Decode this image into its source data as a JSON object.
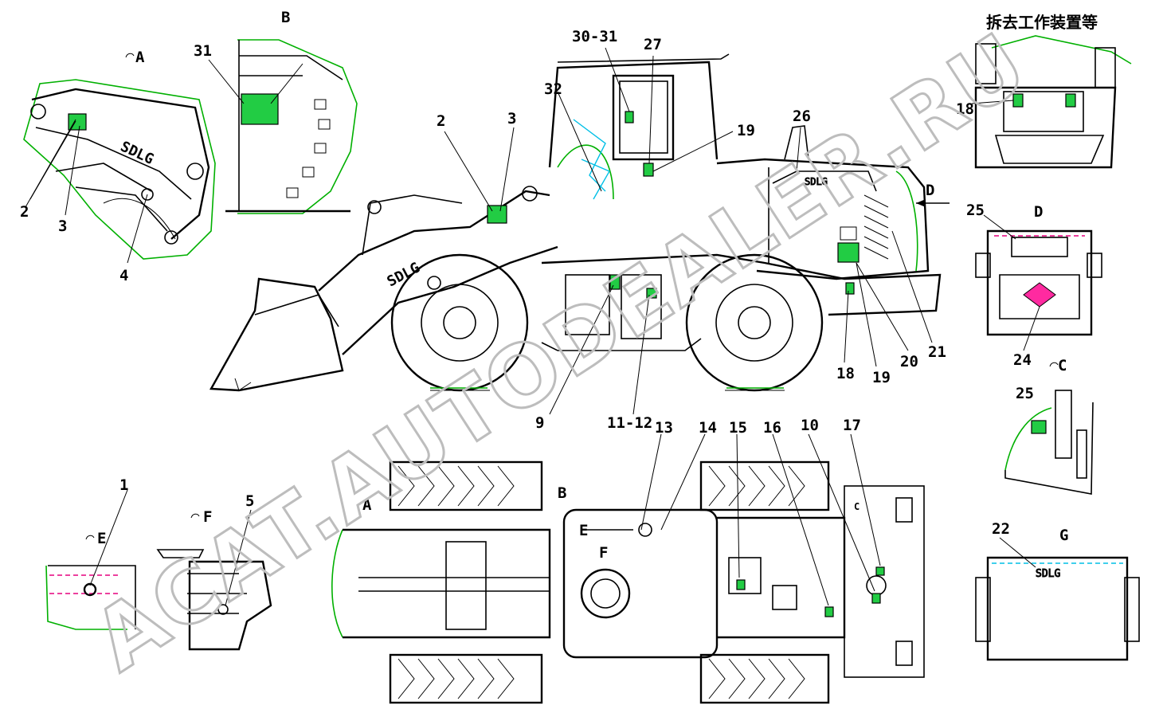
{
  "watermark": "ACAT.AUTODEALER.RU",
  "brand_text": "SDLG",
  "note": "拆去工作装置等",
  "views": [
    "A",
    "B",
    "C",
    "D",
    "E",
    "F",
    "G"
  ],
  "callouts": [
    {
      "id": "c1",
      "text": "1"
    },
    {
      "id": "c2a",
      "text": "2"
    },
    {
      "id": "c3a",
      "text": "3"
    },
    {
      "id": "c4",
      "text": "4"
    },
    {
      "id": "c5",
      "text": "5"
    },
    {
      "id": "c2b",
      "text": "2"
    },
    {
      "id": "c3b",
      "text": "3"
    },
    {
      "id": "c9",
      "text": "9"
    },
    {
      "id": "c10",
      "text": "10"
    },
    {
      "id": "c11",
      "text": "11-12"
    },
    {
      "id": "c13",
      "text": "13"
    },
    {
      "id": "c14",
      "text": "14"
    },
    {
      "id": "c15",
      "text": "15"
    },
    {
      "id": "c16",
      "text": "16"
    },
    {
      "id": "c17",
      "text": "17"
    },
    {
      "id": "c18a",
      "text": "18"
    },
    {
      "id": "c18b",
      "text": "18"
    },
    {
      "id": "c19a",
      "text": "19"
    },
    {
      "id": "c19b",
      "text": "19"
    },
    {
      "id": "c20",
      "text": "20"
    },
    {
      "id": "c21",
      "text": "21"
    },
    {
      "id": "c22",
      "text": "22"
    },
    {
      "id": "c24",
      "text": "24"
    },
    {
      "id": "c25a",
      "text": "25"
    },
    {
      "id": "c25b",
      "text": "25"
    },
    {
      "id": "c26",
      "text": "26"
    },
    {
      "id": "c27",
      "text": "27"
    },
    {
      "id": "c3031",
      "text": "30-31"
    },
    {
      "id": "c31",
      "text": "31"
    },
    {
      "id": "c32",
      "text": "32"
    }
  ],
  "colors": {
    "line": "#000000",
    "decal": "#22cc44",
    "outline": "#00b000",
    "watermark": "#bdbdbd",
    "accent": "#e6007e"
  }
}
